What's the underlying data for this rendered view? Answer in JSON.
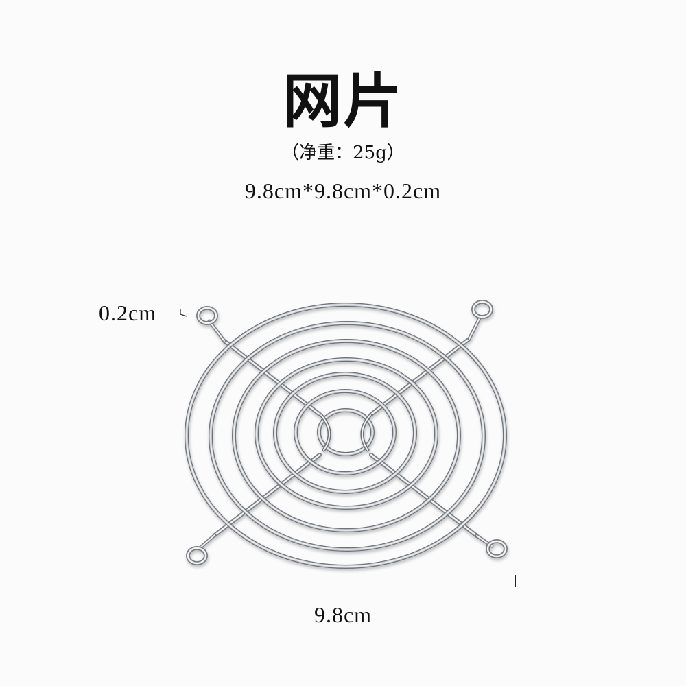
{
  "product": {
    "title": "网片",
    "net_weight": "（净重：25g）",
    "dimensions": "9.8cm*9.8cm*0.2cm"
  },
  "annotations": {
    "thickness_label": "0.2cm",
    "width_label": "9.8cm"
  },
  "colors": {
    "background": "#fbfbfb",
    "text": "#111111",
    "wire": "#b8bcc0",
    "wire_highlight": "#f2f3f4",
    "wire_shadow": "#6e7277"
  },
  "grill": {
    "icon": "fan-grill-icon",
    "rings": 7,
    "mounting_eyelets": 4
  }
}
